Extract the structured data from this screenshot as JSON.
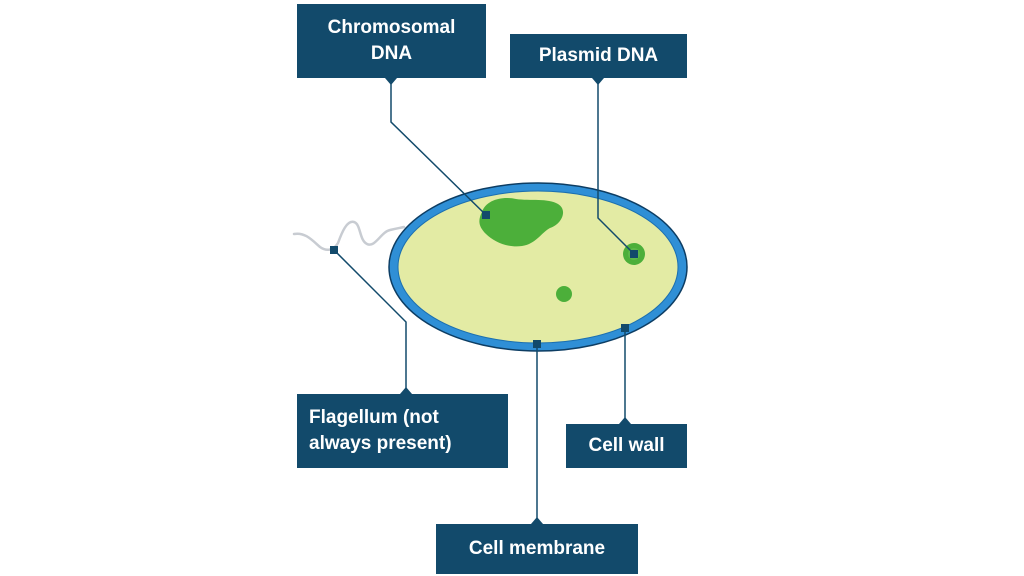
{
  "labels": {
    "chromosomal_dna": [
      "Chromosomal",
      "DNA"
    ],
    "plasmid_dna": "Plasmid DNA",
    "flagellum": [
      "Flagellum (not",
      "always present)"
    ],
    "cell_wall": "Cell wall",
    "cell_membrane": "Cell membrane"
  },
  "colors": {
    "label_bg": "#124a6b",
    "label_text": "#ffffff",
    "leader_line": "#124a6b",
    "cell_wall": "#2f8fd6",
    "cell_membrane": "#0d3d63",
    "cytoplasm": "#e3eba4",
    "dna": "#4caf3a",
    "plasmid_ring": "#5cb84a",
    "flagellum": "#c8ccd2"
  }
}
